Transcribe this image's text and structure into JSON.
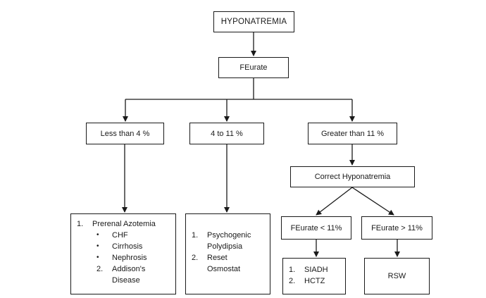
{
  "root": "HYPONATREMIA",
  "test": "FEurate",
  "ranges": {
    "low": "Less than 4 %",
    "mid": "4 to 11 %",
    "high": "Greater than 11 %"
  },
  "correct": "Correct Hyponatremia",
  "repeat": {
    "low": "FEurate < 11%",
    "high": "FEurate > 11%"
  },
  "results": {
    "low": {
      "item1_num": "1.",
      "item1": "Prerenal Azotemia",
      "bullets": [
        "CHF",
        "Cirrhosis",
        "Nephrosis"
      ],
      "item2_num": "2.",
      "item2_line1": "Addison's",
      "item2_line2": "Disease"
    },
    "mid": {
      "item1_num": "1.",
      "item1_line1": "Psychogenic",
      "item1_line2": "Polydipsia",
      "item2_num": "2.",
      "item2_line1": "Reset",
      "item2_line2": "Osmostat"
    },
    "siadh": {
      "item1_num": "1.",
      "item1": "SIADH",
      "item2_num": "2.",
      "item2": "HCTZ"
    },
    "rsw": "RSW"
  },
  "bullet_glyph": "•"
}
